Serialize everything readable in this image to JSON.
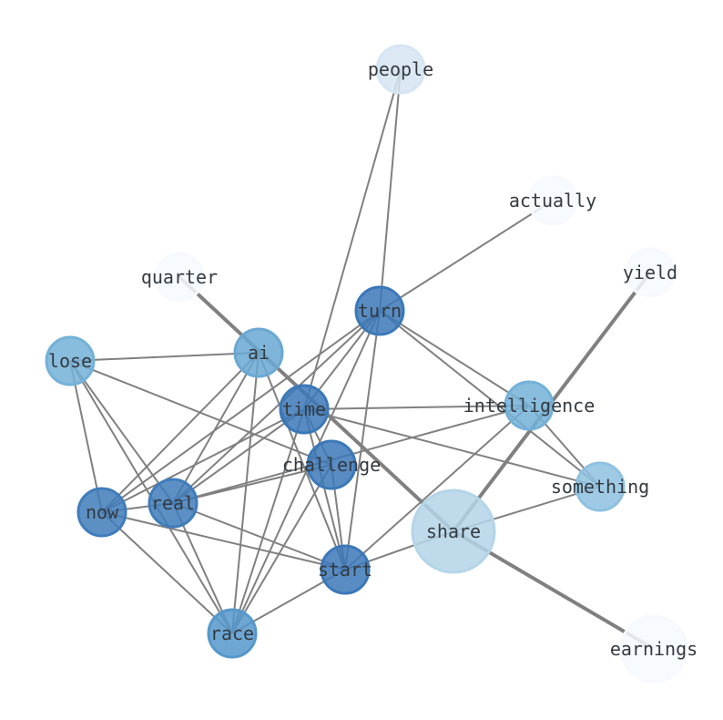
{
  "graph": {
    "nodes": [
      {
        "id": "people",
        "label": "people",
        "color": "#d6e5f3"
      },
      {
        "id": "actually",
        "label": "actually",
        "color": "#f6faff"
      },
      {
        "id": "quarter",
        "label": "quarter",
        "color": "#f6faff"
      },
      {
        "id": "yield",
        "label": "yield",
        "color": "#f6faff"
      },
      {
        "id": "turn",
        "label": "turn",
        "color": "#3b78b8"
      },
      {
        "id": "ai",
        "label": "ai",
        "color": "#6aa8d3"
      },
      {
        "id": "lose",
        "label": "lose",
        "color": "#74b1d8"
      },
      {
        "id": "time",
        "label": "time",
        "color": "#3b78b8"
      },
      {
        "id": "intelligence",
        "label": "intelligence",
        "color": "#74b1d8"
      },
      {
        "id": "challenge",
        "label": "challenge",
        "color": "#3b78b8"
      },
      {
        "id": "something",
        "label": "something",
        "color": "#8ec1e0"
      },
      {
        "id": "now",
        "label": "now",
        "color": "#3f7cbb"
      },
      {
        "id": "real",
        "label": "real",
        "color": "#3f7cbb"
      },
      {
        "id": "share",
        "label": "share",
        "color": "#b4d5e8"
      },
      {
        "id": "start",
        "label": "start",
        "color": "#3b78b8"
      },
      {
        "id": "race",
        "label": "race",
        "color": "#5598cb"
      },
      {
        "id": "earnings",
        "label": "earnings",
        "color": "#f6faff"
      }
    ],
    "edges": [
      {
        "source": "quarter",
        "target": "share",
        "weight": 2
      },
      {
        "source": "yield",
        "target": "share",
        "weight": 2
      },
      {
        "source": "share",
        "target": "earnings",
        "weight": 2
      },
      {
        "source": "people",
        "target": "turn",
        "weight": 1
      },
      {
        "source": "people",
        "target": "time",
        "weight": 1
      },
      {
        "source": "actually",
        "target": "turn",
        "weight": 1
      },
      {
        "source": "turn",
        "target": "intelligence",
        "weight": 1
      },
      {
        "source": "turn",
        "target": "something",
        "weight": 1
      },
      {
        "source": "turn",
        "target": "time",
        "weight": 1
      },
      {
        "source": "turn",
        "target": "real",
        "weight": 1
      },
      {
        "source": "turn",
        "target": "now",
        "weight": 1
      },
      {
        "source": "turn",
        "target": "start",
        "weight": 1
      },
      {
        "source": "turn",
        "target": "race",
        "weight": 1
      },
      {
        "source": "ai",
        "target": "lose",
        "weight": 1
      },
      {
        "source": "ai",
        "target": "now",
        "weight": 1
      },
      {
        "source": "ai",
        "target": "real",
        "weight": 1
      },
      {
        "source": "ai",
        "target": "race",
        "weight": 1
      },
      {
        "source": "ai",
        "target": "start",
        "weight": 1
      },
      {
        "source": "lose",
        "target": "now",
        "weight": 1
      },
      {
        "source": "lose",
        "target": "real",
        "weight": 1
      },
      {
        "source": "lose",
        "target": "race",
        "weight": 1
      },
      {
        "source": "lose",
        "target": "challenge",
        "weight": 1
      },
      {
        "source": "time",
        "target": "intelligence",
        "weight": 1
      },
      {
        "source": "time",
        "target": "something",
        "weight": 1
      },
      {
        "source": "time",
        "target": "real",
        "weight": 1
      },
      {
        "source": "time",
        "target": "now",
        "weight": 1
      },
      {
        "source": "time",
        "target": "start",
        "weight": 1
      },
      {
        "source": "time",
        "target": "race",
        "weight": 1
      },
      {
        "source": "time",
        "target": "challenge",
        "weight": 1
      },
      {
        "source": "intelligence",
        "target": "something",
        "weight": 1
      },
      {
        "source": "intelligence",
        "target": "real",
        "weight": 1
      },
      {
        "source": "intelligence",
        "target": "start",
        "weight": 1
      },
      {
        "source": "challenge",
        "target": "real",
        "weight": 1
      },
      {
        "source": "challenge",
        "target": "start",
        "weight": 1
      },
      {
        "source": "challenge",
        "target": "race",
        "weight": 1
      },
      {
        "source": "now",
        "target": "real",
        "weight": 1
      },
      {
        "source": "now",
        "target": "start",
        "weight": 1
      },
      {
        "source": "now",
        "target": "race",
        "weight": 1
      },
      {
        "source": "real",
        "target": "start",
        "weight": 1
      },
      {
        "source": "real",
        "target": "race",
        "weight": 1
      },
      {
        "source": "share",
        "target": "something",
        "weight": 1
      },
      {
        "source": "share",
        "target": "start",
        "weight": 1
      },
      {
        "source": "start",
        "target": "race",
        "weight": 1
      }
    ]
  }
}
